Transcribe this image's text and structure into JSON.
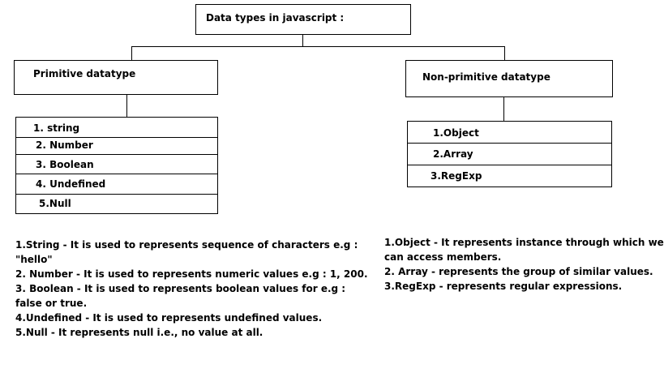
{
  "title": "Data types in javascript :",
  "primitive": {
    "heading": "Primitive datatype",
    "items": [
      "1. string",
      "2. Number",
      "3. Boolean",
      "4. Undefined",
      "5.Null"
    ]
  },
  "non_primitive": {
    "heading": "Non-primitive datatype",
    "items": [
      "1.Object",
      "2.Array",
      "3.RegExp"
    ]
  },
  "primitive_descriptions": [
    "1.String - It is used to represents sequence of characters e.g :",
    "\"hello\"",
    "2. Number - It is used to represents numeric values e.g : 1, 200.",
    "3. Boolean - It is used to represents boolean values  for e.g :",
    "false or true.",
    "4.Undefined -  It is used to represents undefined values.",
    "5.Null - It represents null i.e., no value at all."
  ],
  "non_primitive_descriptions": [
    "1.Object - It  represents instance through which we",
    "can access members.",
    "2. Array -  represents the group of similar values.",
    "3.RegExp - represents regular expressions."
  ]
}
